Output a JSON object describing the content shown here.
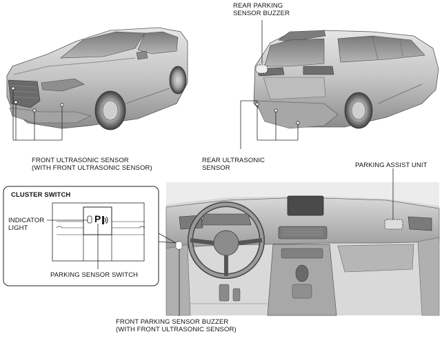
{
  "labels": {
    "rear_buzzer": [
      "REAR PARKING",
      "SENSOR BUZZER"
    ],
    "front_sensor": [
      "FRONT ULTRASONIC SENSOR",
      "(WITH FRONT ULTRASONIC SENSOR)"
    ],
    "rear_sensor": [
      "REAR ULTRASONIC",
      "SENSOR"
    ],
    "assist_unit": "PARKING ASSIST UNIT",
    "cluster_switch": "CLUSTER SWITCH",
    "indicator": [
      "INDICATOR",
      "LIGHT"
    ],
    "switch": "PARKING SENSOR SWITCH",
    "switch_glyph": "P",
    "front_buzzer": [
      "FRONT PARKING SENSOR BUZZER",
      "(WITH FRONT ULTRASONIC SENSOR)"
    ]
  },
  "colors": {
    "line": "#222222",
    "car_body": "#c9c9c9",
    "car_shade": "#9a9a9a",
    "car_dark": "#5a5a5a",
    "interior": "#bdbdbd"
  }
}
